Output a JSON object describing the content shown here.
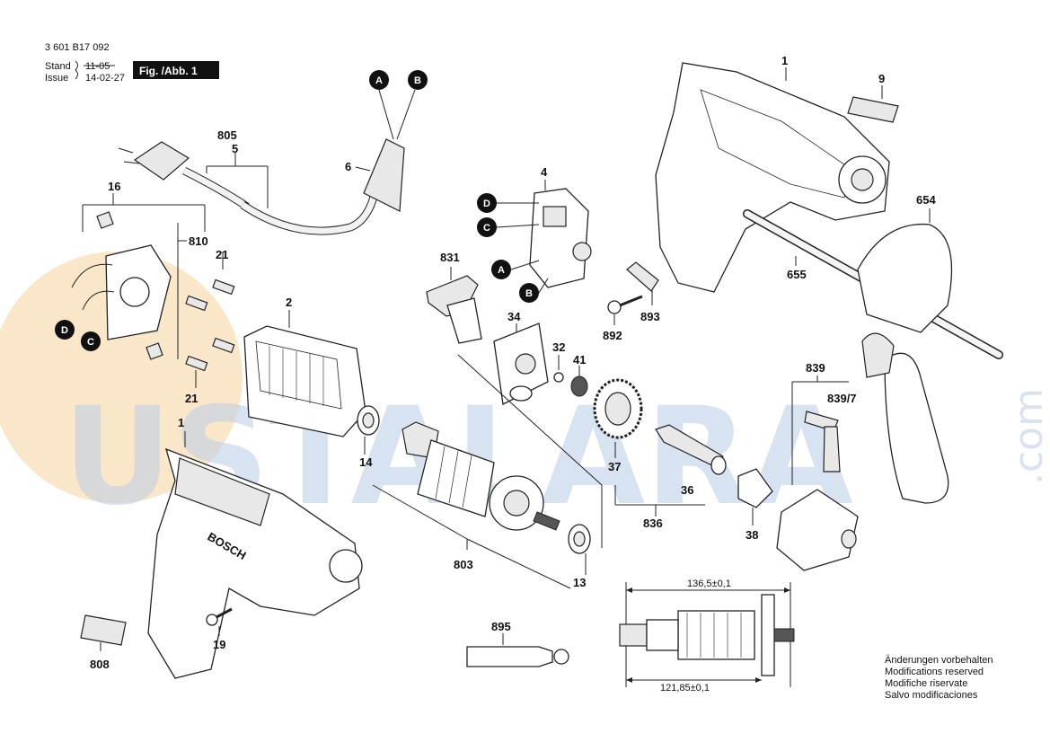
{
  "header": {
    "part_number": "3 601 B17 092",
    "stand_label": "Stand",
    "stand_value": "11-05",
    "issue_label": "Issue",
    "issue_value": "14-02-27",
    "figure_label": "Fig. /Abb. 1"
  },
  "watermark": {
    "text": "USTALARA",
    "suffix": ".com"
  },
  "callouts": {
    "c1a": "1",
    "c1b": "1",
    "c2": "2",
    "c4": "4",
    "c5": "5",
    "c6": "6",
    "c9": "9",
    "c13": "13",
    "c14": "14",
    "c16": "16",
    "c19": "19",
    "c21a": "21",
    "c21b": "21",
    "c32": "32",
    "c34": "34",
    "c36": "36",
    "c37": "37",
    "c38": "38",
    "c41": "41",
    "c654": "654",
    "c655": "655",
    "c803": "803",
    "c805": "805",
    "c808": "808",
    "c810": "810",
    "c831": "831",
    "c836": "836",
    "c839": "839",
    "c839_7": "839/7",
    "c892": "892",
    "c893": "893",
    "c895": "895"
  },
  "connectors": {
    "A1": "A",
    "B1": "B",
    "D1": "D",
    "C1": "C",
    "A2": "A",
    "B2": "B",
    "D2": "D",
    "C2": "C"
  },
  "dimensions": {
    "overall": "136,5±0,1",
    "core": "121,85±0,1"
  },
  "brand": "BOSCH",
  "notes": [
    "Änderungen vorbehalten",
    "Modifications reserved",
    "Modifiche riservate",
    "Salvo modificaciones"
  ],
  "colors": {
    "watermark_blue": "#b9cde6",
    "watermark_orange": "#f3c98a",
    "ink": "#111111"
  }
}
